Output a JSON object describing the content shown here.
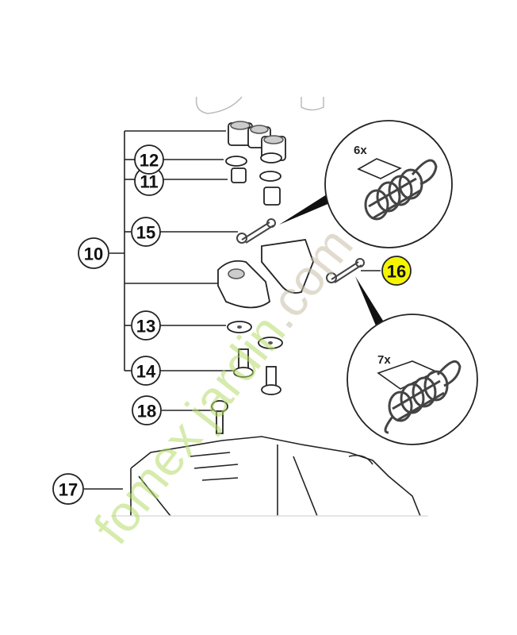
{
  "diagram": {
    "callouts": {
      "c10": "10",
      "c12": "12",
      "c11": "11",
      "c15": "15",
      "c13": "13",
      "c14": "14",
      "c18": "18",
      "c17": "17",
      "c16": "16"
    },
    "detail_top_qty": "6x",
    "detail_bottom_qty": "7x",
    "highlight_color": "#f5f500"
  },
  "watermark": {
    "part1": "fomex",
    "part2": "jardin",
    "part3": ".com"
  }
}
